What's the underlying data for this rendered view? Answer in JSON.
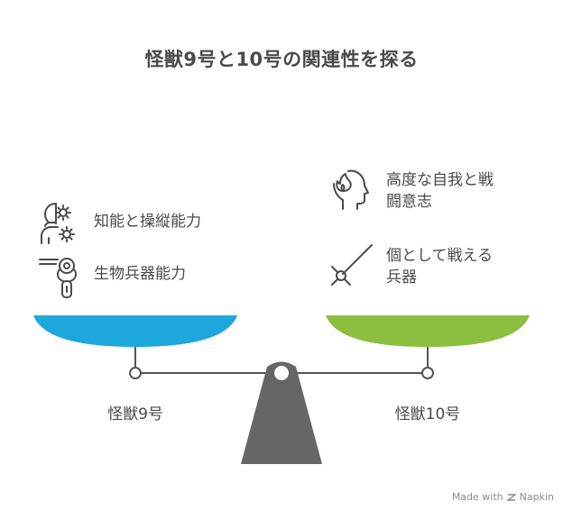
{
  "title": "怪獣9号と10号の関連性を探る",
  "left": {
    "label": "怪獣9号",
    "color": "#1ea7dd",
    "items": [
      {
        "label": "知能と操縦能力",
        "icon": "brain-gear-icon"
      },
      {
        "label": "生物兵器能力",
        "icon": "bio-weapon-icon"
      }
    ]
  },
  "right": {
    "label": "怪獣10号",
    "color": "#8cbf3f",
    "items": [
      {
        "label": "高度な自我と戦\n闘意志",
        "icon": "head-fire-icon"
      },
      {
        "label": "個として戦える\n兵器",
        "icon": "sword-icon"
      }
    ]
  },
  "watermark": {
    "made_with": "Made with",
    "brand": "Napkin"
  }
}
